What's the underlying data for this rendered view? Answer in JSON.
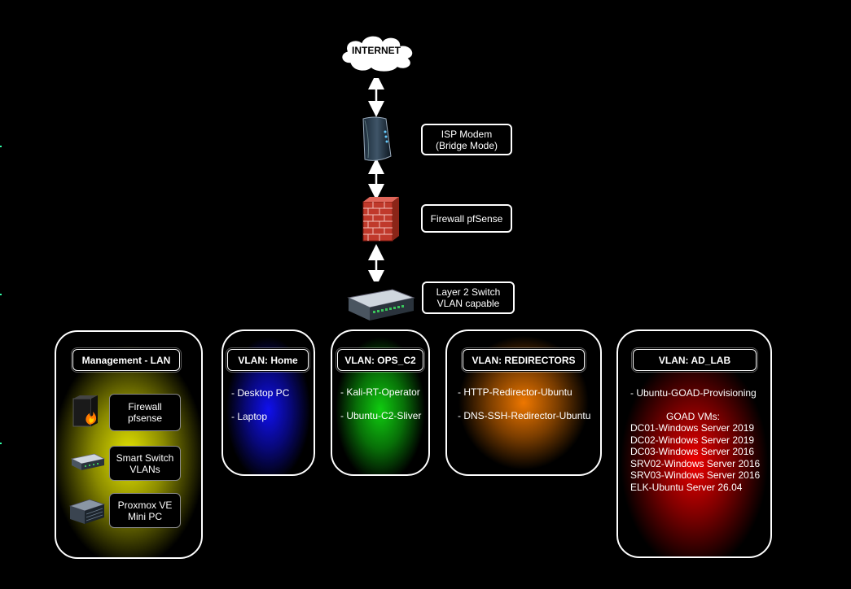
{
  "internet": {
    "label": "INTERNET"
  },
  "devices": {
    "modem": {
      "line1": "ISP Modem",
      "line2": "(Bridge Mode)"
    },
    "firewall": {
      "label": "Firewall pfSense"
    },
    "switch": {
      "line1": "Layer 2 Switch",
      "line2": "VLAN capable"
    }
  },
  "zones": {
    "management": {
      "title": "Management - LAN",
      "color": "#e6e600",
      "items": [
        {
          "line1": "Firewall",
          "line2": "pfsense",
          "icon": "firewall-server-icon"
        },
        {
          "line1": "Smart Switch",
          "line2": "VLANs",
          "icon": "switch-icon"
        },
        {
          "line1": "Proxmox VE",
          "line2": "Mini PC",
          "icon": "server-icon"
        }
      ]
    },
    "home": {
      "title": "VLAN: Home",
      "color": "#1010ee",
      "items": [
        "- Desktop PC",
        "- Laptop"
      ]
    },
    "ops_c2": {
      "title": "VLAN: OPS_C2",
      "color": "#10cc10",
      "items": [
        "- Kali-RT-Operator",
        "- Ubuntu-C2-Sliver"
      ]
    },
    "redirectors": {
      "title": "VLAN: REDIRECTORS",
      "color": "#ee7700",
      "items": [
        "- HTTP-Redirector-Ubuntu",
        "- DNS-SSH-Redirector-Ubuntu"
      ]
    },
    "ad_lab": {
      "title": "VLAN: AD_LAB",
      "color": "#ee0000",
      "provisioning": "- Ubuntu-GOAD-Provisioning",
      "vms_heading": "GOAD VMs:",
      "vms": [
        "DC01-Windows Server 2019",
        "DC02-Windows Server 2019",
        "DC03-Windows Server 2016",
        "SRV02-Windows Server 2016",
        "SRV03-Windows Server 2016",
        "ELK-Ubuntu Server 26.04"
      ]
    }
  }
}
